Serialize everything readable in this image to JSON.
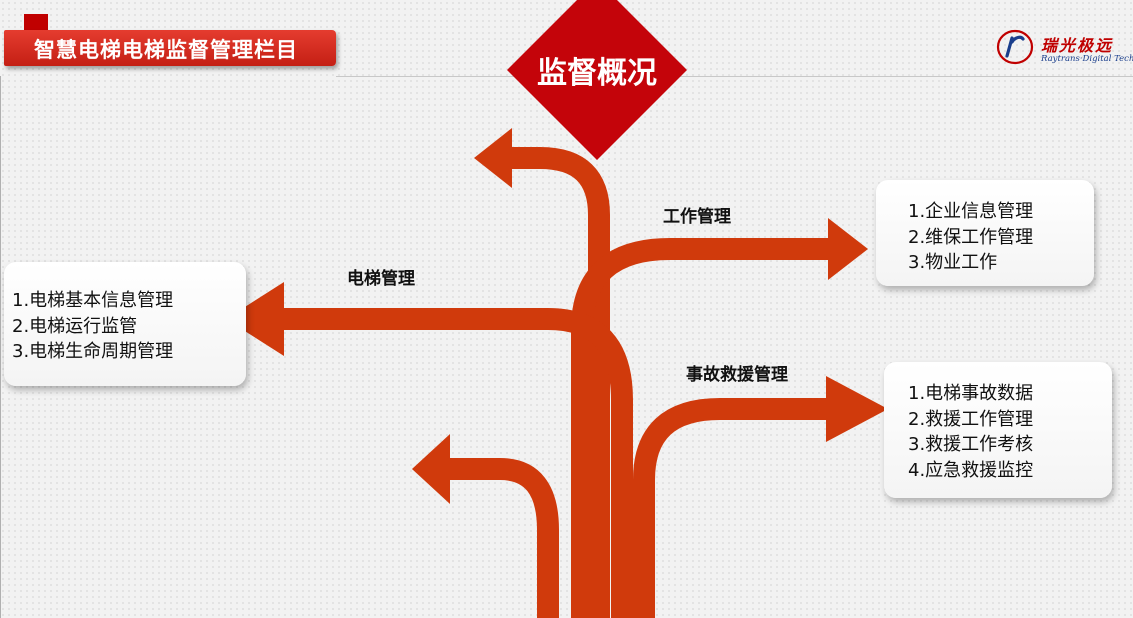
{
  "header": {
    "title": "智慧电梯电梯监督管理栏目"
  },
  "logo": {
    "cn_text": "瑞光极远",
    "en_text": "Raytrans·Digital Tech."
  },
  "center": {
    "title": "监督概况"
  },
  "branches": [
    {
      "id": "work",
      "label": "工作管理",
      "items": [
        "1.企业信息管理",
        "2.维保工作管理",
        "3.物业工作"
      ]
    },
    {
      "id": "elevator",
      "label": "电梯管理",
      "items": [
        "1.电梯基本信息管理",
        "2.电梯运行监管",
        "3.电梯生命周期管理"
      ]
    },
    {
      "id": "accident",
      "label": "事故救援管理",
      "items": [
        "1.电梯事故数据",
        "2.救援工作管理",
        "3.救援工作考核",
        "4.应急救援监控"
      ]
    }
  ],
  "colors": {
    "arrow": "#d03a0c",
    "accent": "#c00000",
    "logo_blue": "#1a3e8c"
  }
}
